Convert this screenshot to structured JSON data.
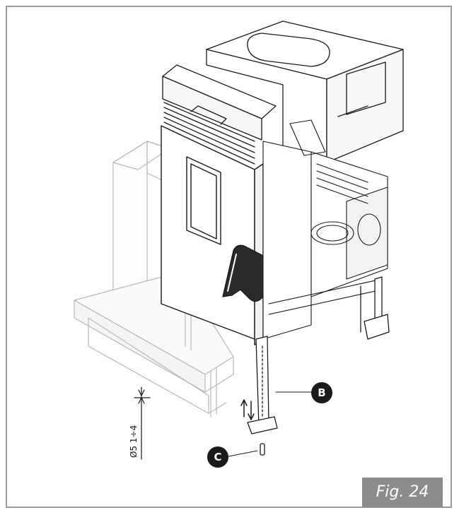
{
  "figure": {
    "label": "Fig. 24"
  },
  "callouts": {
    "b": "B",
    "c": "C"
  },
  "dimension": {
    "text": "Ø5 1÷4"
  },
  "colors": {
    "line": "#1a1a1a",
    "ghost": "#b8b8b8",
    "label_bg": "#8c8c8c",
    "callout_bg": "#1a1a1a"
  }
}
